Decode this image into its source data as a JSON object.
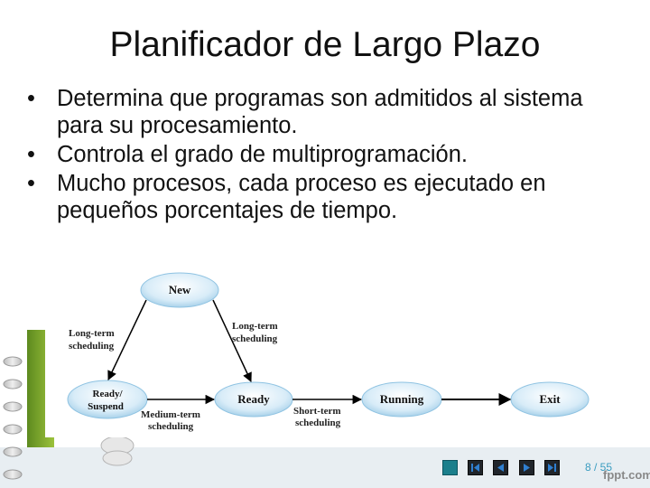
{
  "slide": {
    "title": "Planificador de Largo Plazo",
    "bullets": [
      "Determina que programas son admitidos al sistema para su procesamiento.",
      "Controla el grado de multiprogramación.",
      "Mucho procesos, cada proceso es ejecutado en pequeños porcentajes de tiempo."
    ],
    "bullet_glyph": "•"
  },
  "diagram": {
    "nodes": {
      "new": "New",
      "ready_suspend_line1": "Ready/",
      "ready_suspend_line2": "Suspend",
      "ready": "Ready",
      "running": "Running",
      "exit": "Exit"
    },
    "edges": {
      "long_term_left_1": "Long-term",
      "long_term_left_2": "scheduling",
      "long_term_right_1": "Long-term",
      "long_term_right_2": "scheduling",
      "medium_term_1": "Medium-term",
      "medium_term_2": "scheduling",
      "short_term_1": "Short-term",
      "short_term_2": "scheduling"
    },
    "colors": {
      "node_fill": "#d4eaf6",
      "node_stroke": "#7fb7d8",
      "arrow": "#000000"
    }
  },
  "footer": {
    "page_number": "8 / 55",
    "brand": "fppt.com",
    "nav_icons": [
      "home-icon",
      "first-slide-icon",
      "previous-slide-icon",
      "next-slide-icon",
      "last-slide-icon"
    ]
  },
  "theme": {
    "accent": "#3a9cc0",
    "ring_color": "#7aa52c"
  }
}
